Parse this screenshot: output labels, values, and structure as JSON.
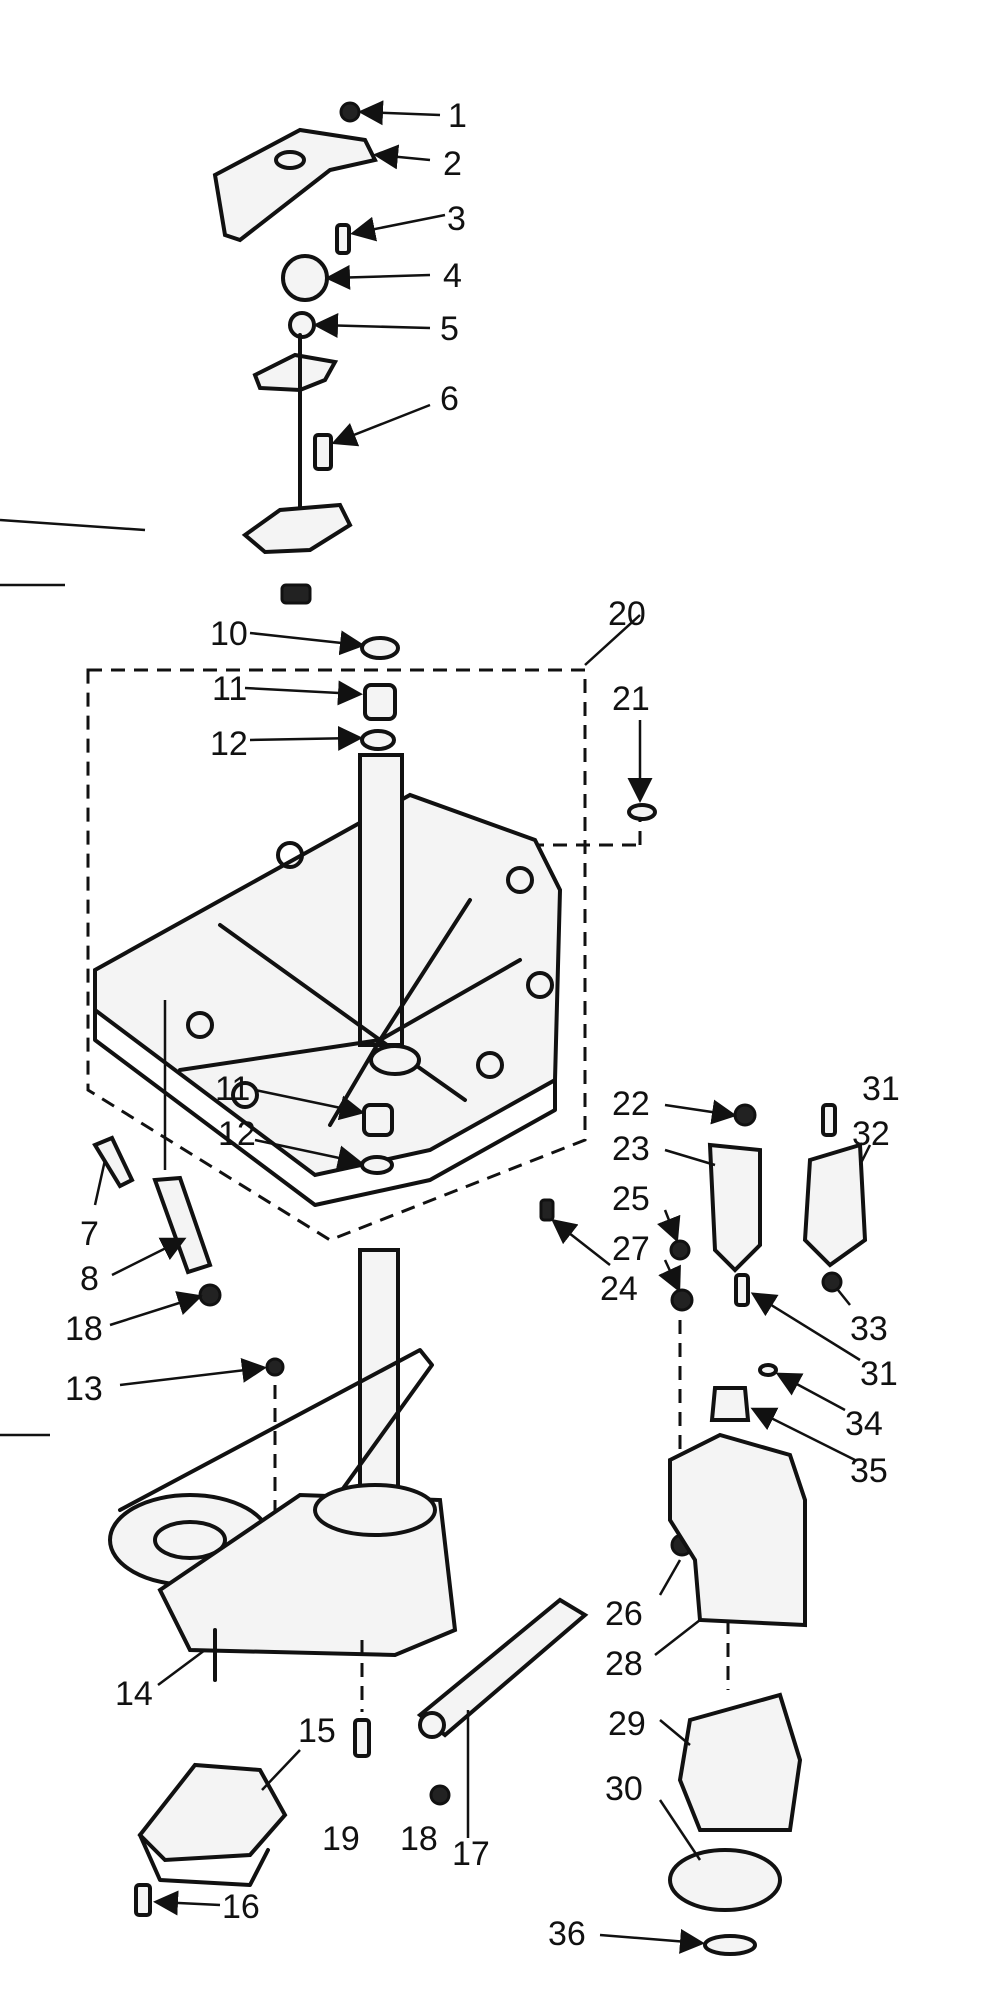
{
  "callouts": [
    "1",
    "2",
    "3",
    "4",
    "5",
    "6",
    "10",
    "11",
    "12",
    "20",
    "21",
    "11",
    "12",
    "7",
    "8",
    "18",
    "22",
    "23",
    "25",
    "27",
    "24",
    "31",
    "32",
    "33",
    "31",
    "34",
    "35",
    "13",
    "26",
    "28",
    "29",
    "14",
    "15",
    "19",
    "18",
    "17",
    "30",
    "16",
    "36"
  ],
  "colors": {
    "ink": "#111111",
    "paper": "#ffffff"
  }
}
